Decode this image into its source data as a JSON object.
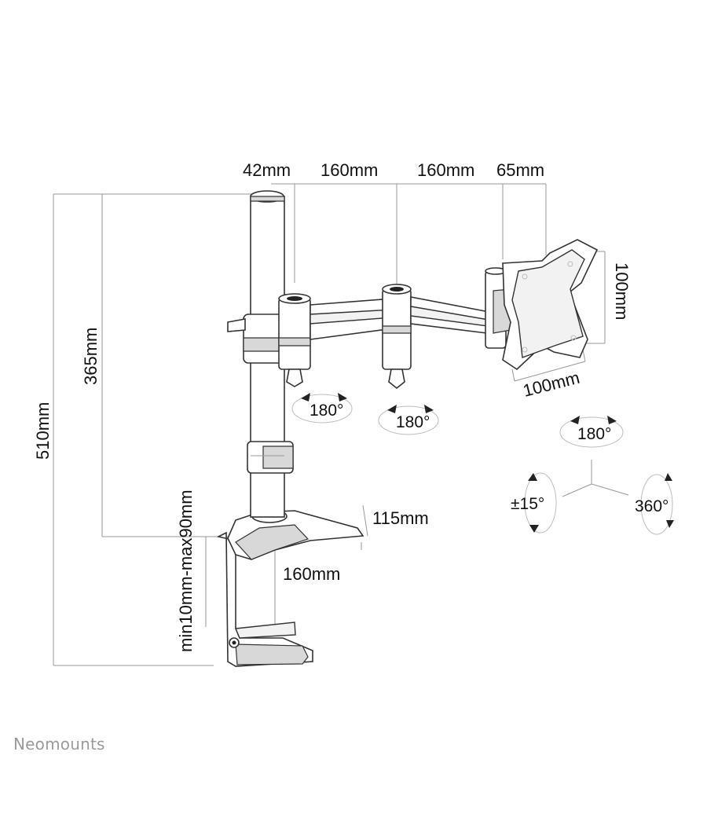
{
  "dimensions": {
    "top_42": "42mm",
    "top_160_a": "160mm",
    "top_160_b": "160mm",
    "top_65": "65mm",
    "height_510": "510mm",
    "height_365": "365mm",
    "clamp_range": "min10mm-max90mm",
    "base_115": "115mm",
    "base_160": "160mm",
    "vesa_height": "100mm",
    "vesa_width": "100mm"
  },
  "rotations": {
    "joint1": "180°",
    "joint2": "180°",
    "head_swivel": "180°",
    "tilt": "±15°",
    "rotate": "360°"
  },
  "brand": "Neomounts"
}
